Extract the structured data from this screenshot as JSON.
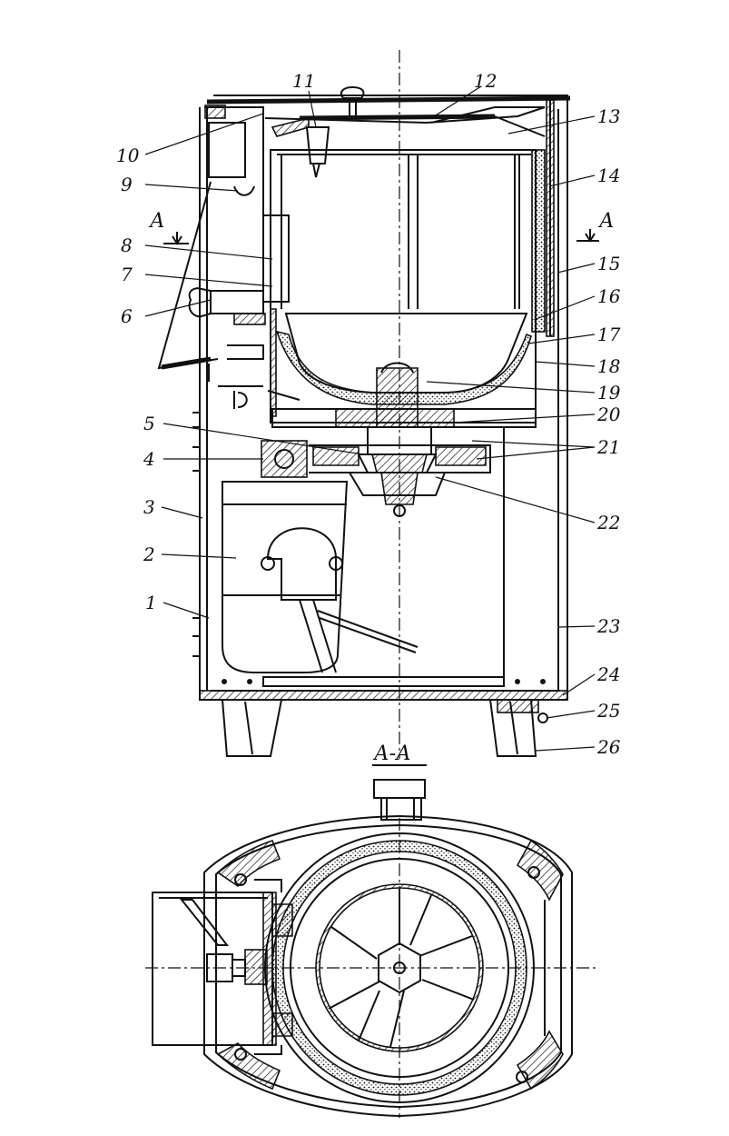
{
  "section_label": "А-А",
  "section_marks": [
    "А",
    "А"
  ],
  "callouts": [
    "1",
    "2",
    "3",
    "4",
    "5",
    "6",
    "7",
    "8",
    "9",
    "10",
    "11",
    "12",
    "13",
    "14",
    "15",
    "16",
    "17",
    "18",
    "19",
    "20",
    "21",
    "22",
    "23",
    "24",
    "25",
    "26"
  ]
}
